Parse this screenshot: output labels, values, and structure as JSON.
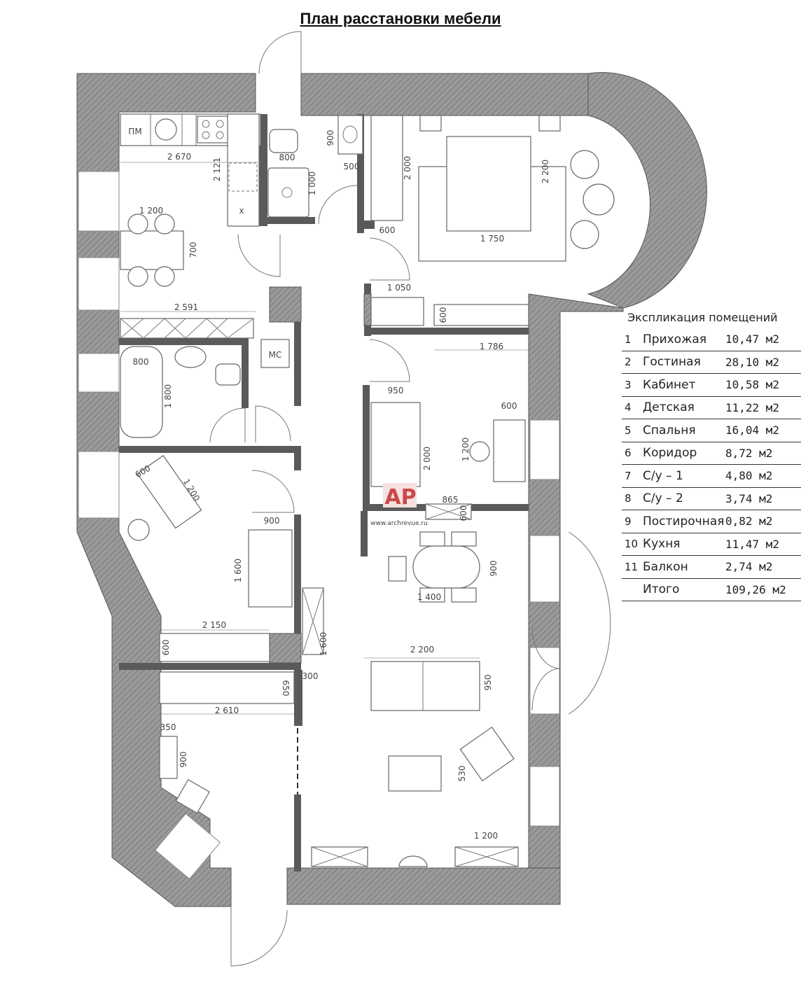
{
  "title": "План расстановки мебели",
  "labels": {
    "dishwasher": "ПМ",
    "washing_machine": "МС",
    "cross": "x"
  },
  "watermark": {
    "logo": "АР",
    "url": "www.archrevue.ru"
  },
  "dims": [
    "2 670",
    "2 121",
    "800",
    "900",
    "500",
    "1 000",
    "2 000",
    "2 200",
    "600",
    "1 750",
    "1 200",
    "700",
    "2 591",
    "1 050",
    "600",
    "1 786",
    "800",
    "1 800",
    "950",
    "600",
    "2 000",
    "1 200",
    "865",
    "600",
    "600",
    "1 200",
    "900",
    "1 600",
    "900",
    "1 400",
    "2 150",
    "600",
    "1 600",
    "300",
    "650",
    "2 610",
    "2 200",
    "950",
    "350",
    "900",
    "530",
    "1 200"
  ],
  "legend": {
    "title": "Экспликация  помещений",
    "rows": [
      {
        "num": "1",
        "name": "Прихожая",
        "area": "10,47 м2"
      },
      {
        "num": "2",
        "name": "Гостиная",
        "area": "28,10 м2"
      },
      {
        "num": "3",
        "name": "Кабинет",
        "area": "10,58 м2"
      },
      {
        "num": "4",
        "name": "Детская",
        "area": "11,22 м2"
      },
      {
        "num": "5",
        "name": "Спальня",
        "area": "16,04 м2"
      },
      {
        "num": "6",
        "name": "Коридор",
        "area": " 8,72 м2"
      },
      {
        "num": "7",
        "name": "С/у – 1",
        "area": " 4,80 м2"
      },
      {
        "num": "8",
        "name": "С/у – 2",
        "area": " 3,74 м2"
      },
      {
        "num": "9",
        "name": "Постирочная",
        "area": "0,82 м2"
      },
      {
        "num": "10",
        "name": "Кухня",
        "area": "11,47 м2"
      },
      {
        "num": "11",
        "name": "Балкон",
        "area": " 2,74 м2"
      },
      {
        "num": "",
        "name": "Итого",
        "area": "109,26 м2"
      }
    ]
  }
}
